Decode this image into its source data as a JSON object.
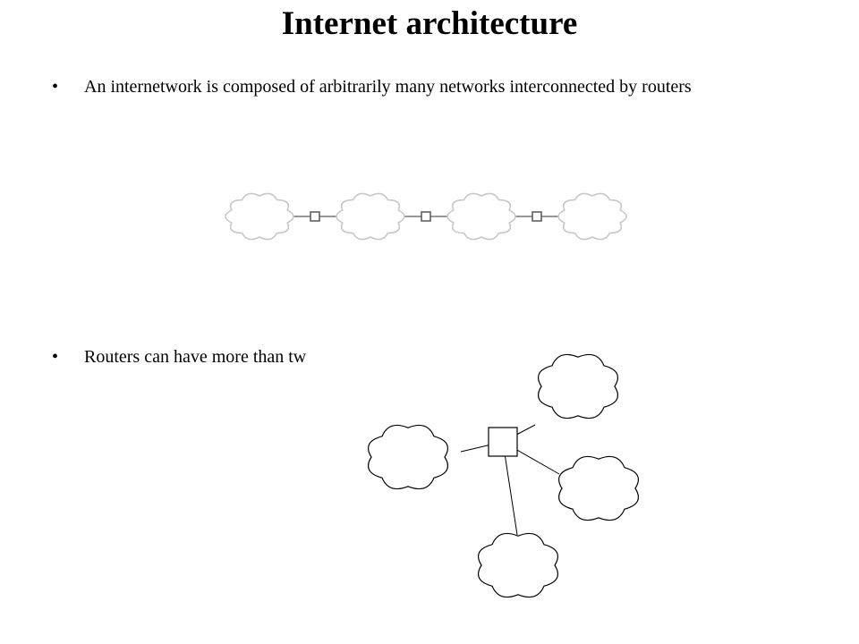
{
  "slide": {
    "title": "Internet architecture",
    "bullets": [
      {
        "marker": "•",
        "text": "An internetwork is composed of arbitrarily many networks interconnected by routers"
      },
      {
        "marker": "•",
        "text": "Routers can have more than tw"
      }
    ]
  },
  "colors": {
    "chain_cloud": "#c8c8c8",
    "chain_router": "#555555",
    "star_stroke": "#000000"
  }
}
